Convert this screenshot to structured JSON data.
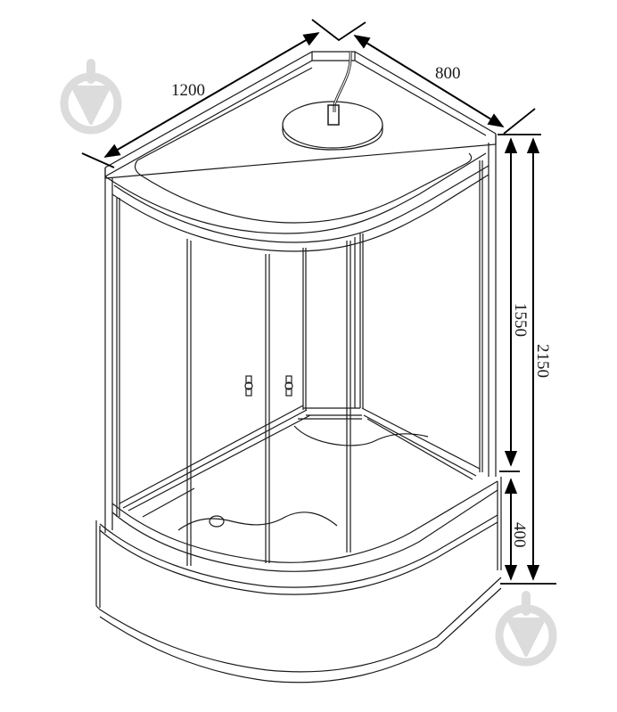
{
  "diagram": {
    "subject": "Quarter-round shower cabin with tray",
    "colors": {
      "line": "#1a1a1a",
      "dim_line": "#000000",
      "background": "#ffffff",
      "watermark": "#dcdcdc"
    },
    "dimensions": {
      "width": {
        "value": "1200",
        "label": "1200"
      },
      "depth": {
        "value": "800",
        "label": "800"
      },
      "cabin_height": {
        "value": "1550",
        "label": "1550"
      },
      "total_height": {
        "value": "2150",
        "label": "2150"
      },
      "tray_height": {
        "value": "400",
        "label": "400"
      }
    },
    "watermark_icons": [
      {
        "name": "brand-logo-icon",
        "position": "top-left"
      },
      {
        "name": "brand-logo-icon",
        "position": "bottom-right"
      }
    ]
  }
}
